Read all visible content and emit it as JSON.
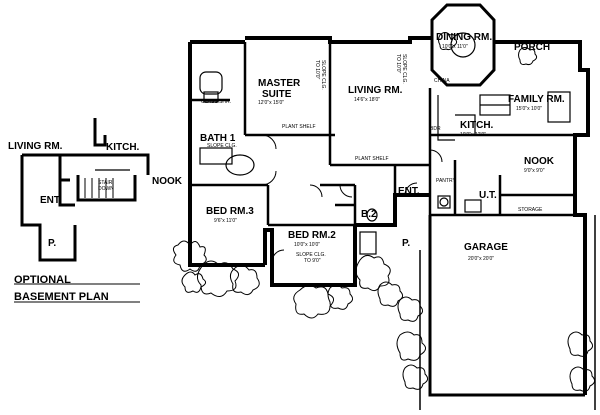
{
  "plan": {
    "rooms": {
      "dining": {
        "name": "DINING RM.",
        "dims": "10'0\"x 11'0\""
      },
      "porch": {
        "name": "PORCH"
      },
      "master": {
        "name1": "MASTER",
        "name2": "SUITE",
        "dims": "12'0\"x 15'0\""
      },
      "living": {
        "name": "LIVING RM.",
        "dims": "14'6\"x 18'0\""
      },
      "family": {
        "name": "FAMILY RM.",
        "dims": "15'0\"x 10'0\""
      },
      "kitchen": {
        "name": "KITCH.",
        "dims": "10'0\"x 12'0\""
      },
      "bath1": {
        "name": "BATH 1"
      },
      "nook": {
        "name": "NOOK",
        "dims": "9'0\"x 9'0\""
      },
      "bed3": {
        "name": "BED RM.3",
        "dims": "9'6\"x 11'0\""
      },
      "bed2": {
        "name": "BED RM.2",
        "dims": "10'0\"x 10'0\""
      },
      "b2": {
        "name": "B.2"
      },
      "ent": {
        "name": "ENT."
      },
      "ut": {
        "name": "U.T."
      },
      "garage": {
        "name": "GARAGE",
        "dims": "20'0\"x 20'0\""
      },
      "porch_p": {
        "name": "P."
      }
    },
    "notes": {
      "glass_shr": "GLASS SHR.",
      "plant_shelf1": "PLANT SHELF",
      "plant_shelf2": "PLANT SHELF",
      "slope_clg_bath": "SLOPE CLG.",
      "slope_clg_master": "SLOPE CLG.",
      "slope_clg_master2": "TO 10'0\"",
      "slope_clg_living": "SLOPE CLG.",
      "slope_clg_living2": "TO 10'0\"",
      "slope_clg_bed2": "SLOPE CLG.",
      "slope_clg_bed2b": "TO 9'0\"",
      "china": "CHINA",
      "pantry": "PANTRY",
      "storage": "STORAGE",
      "bdr": "BDR"
    }
  },
  "basement": {
    "living": "LIVING RM.",
    "kitchen": "KITCH.",
    "nook": "NOOK",
    "ent": "ENT.",
    "porch": "P.",
    "stair": "STAIR",
    "down": "DOWN",
    "title1": "OPTIONAL",
    "title2": "BASEMENT PLAN"
  }
}
